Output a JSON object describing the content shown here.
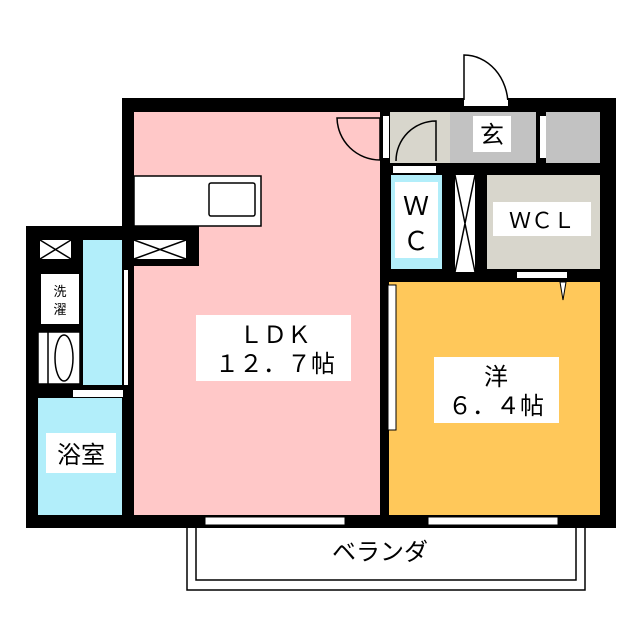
{
  "rooms": {
    "ldk": {
      "name": "ＬＤＫ",
      "size": "１２．７帖"
    },
    "western": {
      "name": "洋",
      "size": "６．４帖"
    },
    "entrance": {
      "name": "玄"
    },
    "wc": {
      "line1": "Ｗ",
      "line2": "Ｃ"
    },
    "wcl": {
      "name": "ＷＣＬ"
    },
    "bath": {
      "name": "浴室"
    },
    "washer": {
      "line1": "洗",
      "line2": "濯"
    },
    "balcony": {
      "name": "ベランダ"
    }
  },
  "colors": {
    "ldk": "#FFC8C8",
    "western": "#FFC85A",
    "water": "#B2EEFA",
    "storage": "#D8D6CC",
    "entrance": "#C2C2C2",
    "wall": "#000000"
  }
}
